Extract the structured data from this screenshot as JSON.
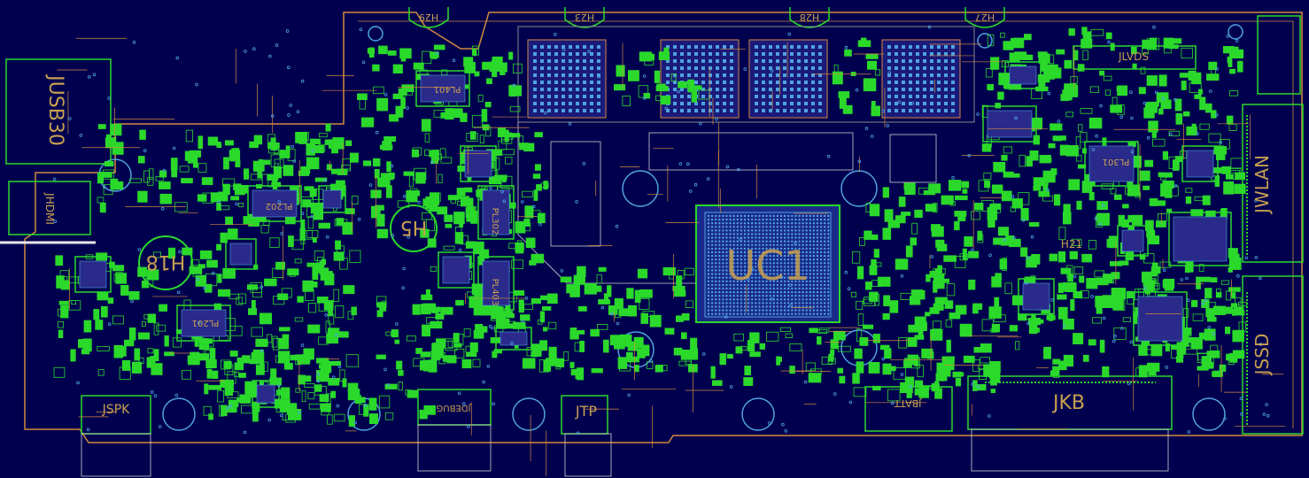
{
  "colors": {
    "background": "#00004f",
    "outline": "#d28a3c",
    "copper": "#2bd92b",
    "via": "#4fa3e0",
    "silk": "#c8a050",
    "white": "#e8e8e8"
  },
  "labels": {
    "usb": "JUSB30",
    "hdmi": "JHDMI",
    "spk": "JSPK",
    "debug": "JDEBUG",
    "jtp": "JTP",
    "batt": "JBATT",
    "kb": "JKB",
    "ssd": "JSSD",
    "wlan": "JWLAN",
    "lvds": "JLVDS",
    "cpu": "UC1",
    "h5": "H5",
    "h18": "H18",
    "h21": "H21",
    "h29": "H29",
    "h23": "H23",
    "h28": "H28",
    "h27": "H27",
    "pl202": "PL202",
    "pl201": "PL201",
    "pl401": "PL401",
    "pl301": "PL301",
    "pl302": "PL302",
    "pl403": "PL403"
  }
}
